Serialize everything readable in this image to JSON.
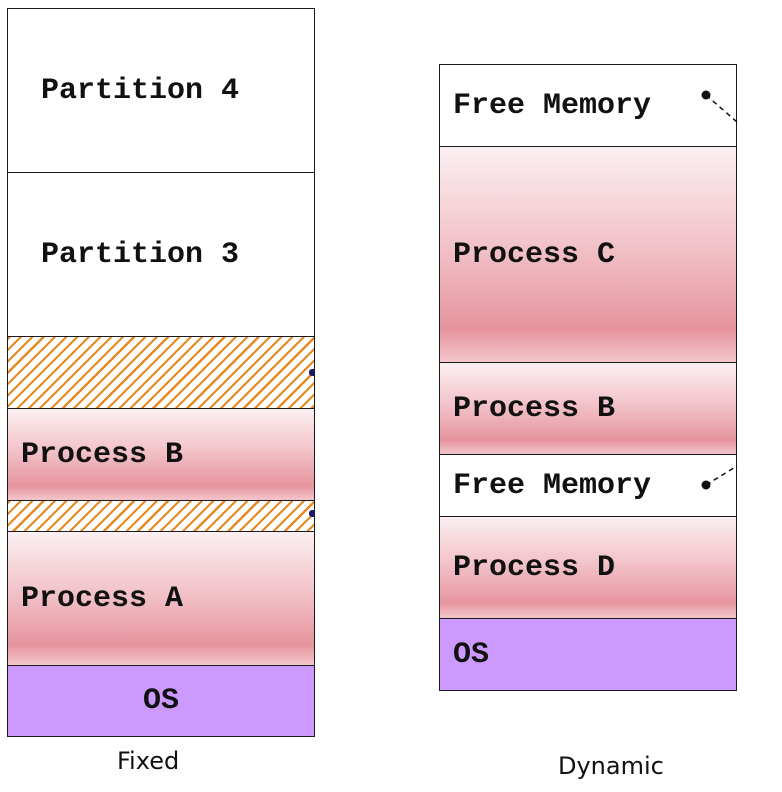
{
  "fixed": {
    "caption": "Fixed",
    "partition4": "Partition 4",
    "partition3": "Partition 3",
    "process_b": "Process B",
    "process_a": "Process A",
    "os": "OS"
  },
  "dynamic": {
    "caption": "Dynamic",
    "free_top": "Free Memory",
    "process_c": "Process C",
    "process_b": "Process B",
    "free_mid": "Free Memory",
    "process_d": "Process D",
    "os": "OS"
  },
  "colors": {
    "process_fill": "#e6949d",
    "os_fill": "#cc99ff",
    "hatch_stroke": "#e88a22",
    "free_fill": "#ffffff"
  }
}
